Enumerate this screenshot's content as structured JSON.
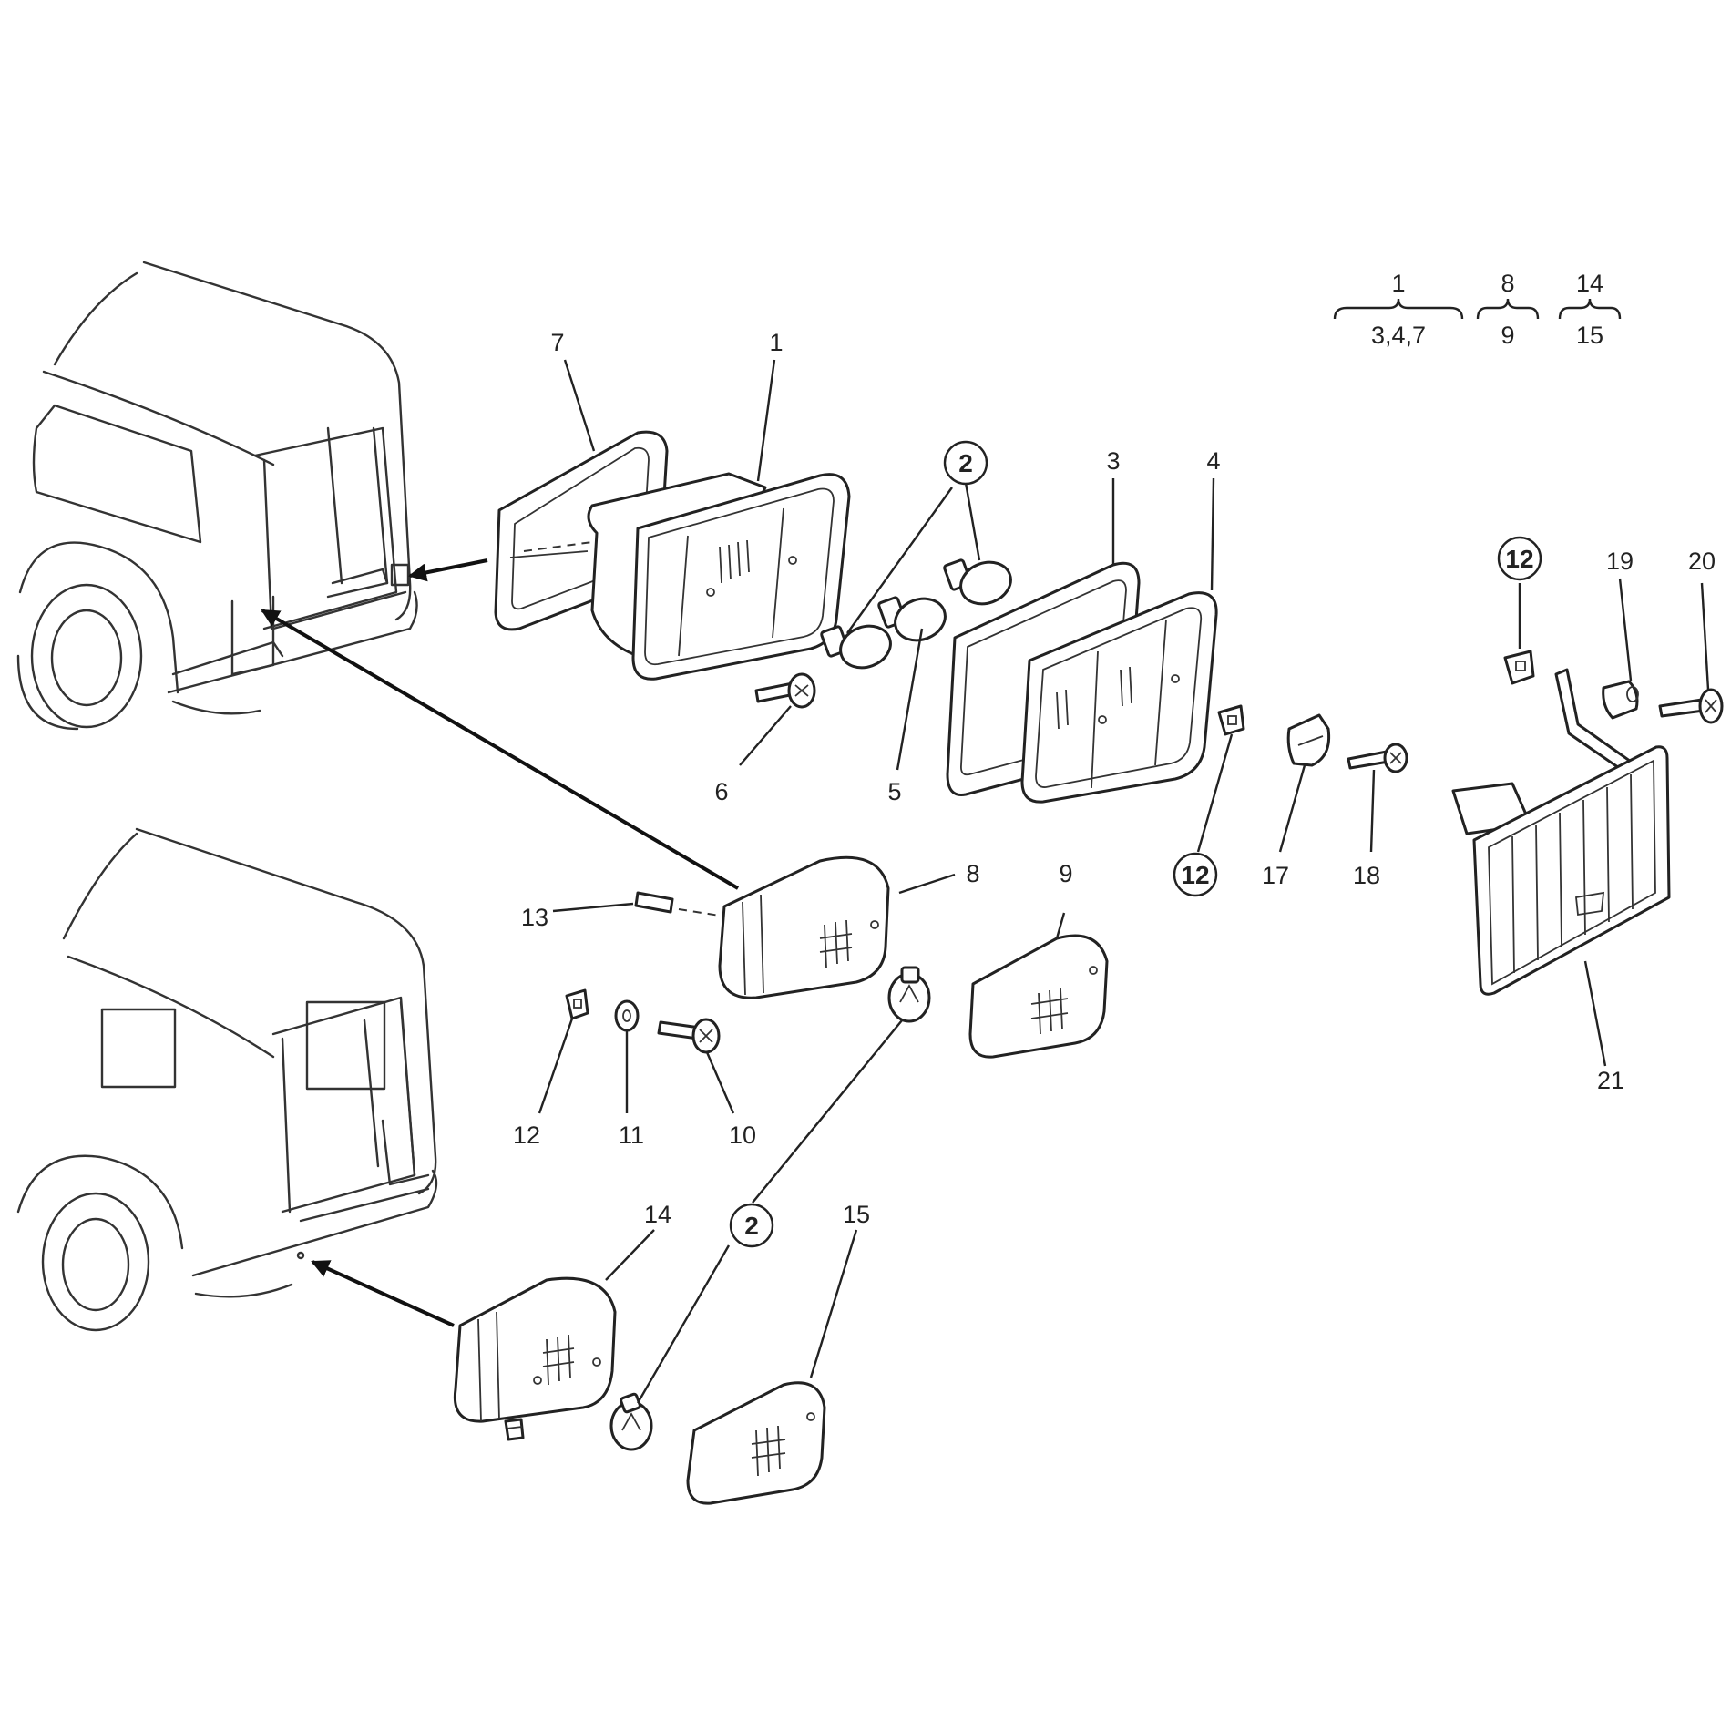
{
  "callouts": {
    "c1": "1",
    "c2a": "2",
    "c2b": "2",
    "c3": "3",
    "c4": "4",
    "c5": "5",
    "c6": "6",
    "c7": "7",
    "c8": "8",
    "c9": "9",
    "c10": "10",
    "c11": "11",
    "c12a": "12",
    "c12b": "12",
    "c12c": "12",
    "c13": "13",
    "c14": "14",
    "c15": "15",
    "c17": "17",
    "c18": "18",
    "c19": "19",
    "c20": "20",
    "c21": "21"
  },
  "legend": [
    {
      "assembly": "1",
      "components": "3,4,7"
    },
    {
      "assembly": "8",
      "components": "9"
    },
    {
      "assembly": "14",
      "components": "15"
    }
  ]
}
